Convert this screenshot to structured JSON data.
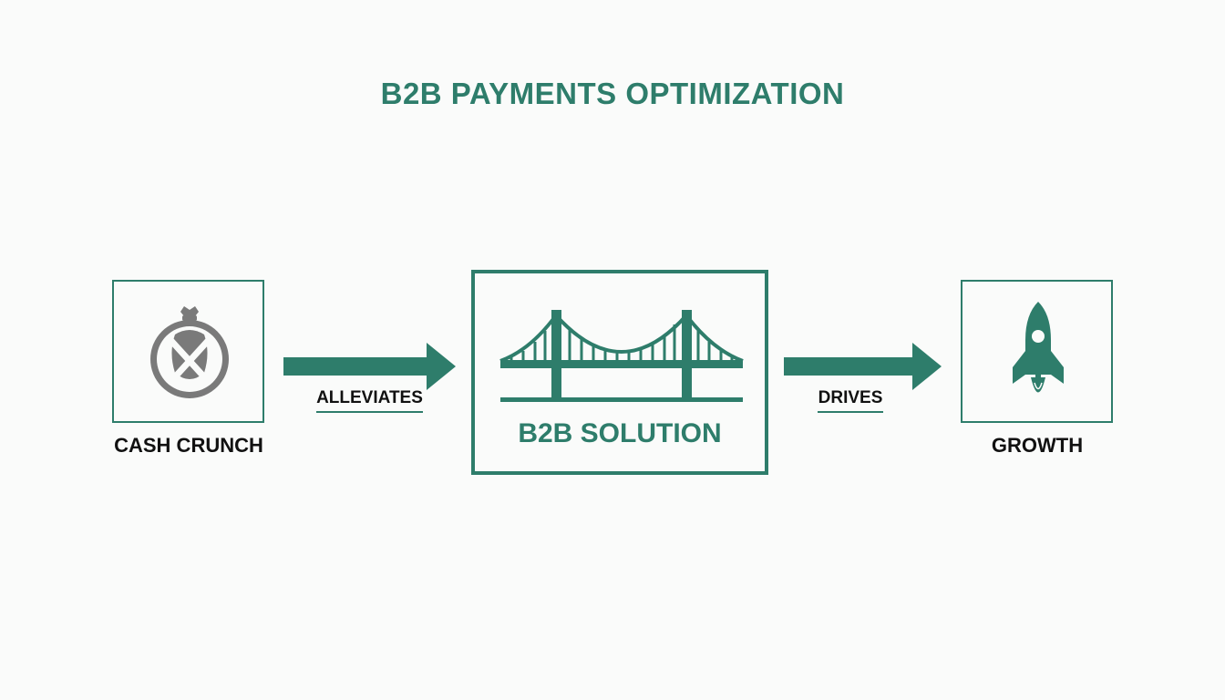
{
  "diagram": {
    "title": "B2B PAYMENTS OPTIMIZATION",
    "nodes": {
      "left": {
        "label": "CASH CRUNCH",
        "icon": "money-bag-crossed-icon"
      },
      "center": {
        "label": "B2B SOLUTION",
        "icon": "bridge-icon"
      },
      "right": {
        "label": "GROWTH",
        "icon": "rocket-icon"
      }
    },
    "edges": {
      "left": {
        "label": "ALLEVIATES"
      },
      "right": {
        "label": "DRIVES"
      }
    },
    "colors": {
      "accent": "#2e7d6b",
      "text": "#111111",
      "icon_gray": "#7a7a7a",
      "background": "#fafbfa"
    }
  }
}
